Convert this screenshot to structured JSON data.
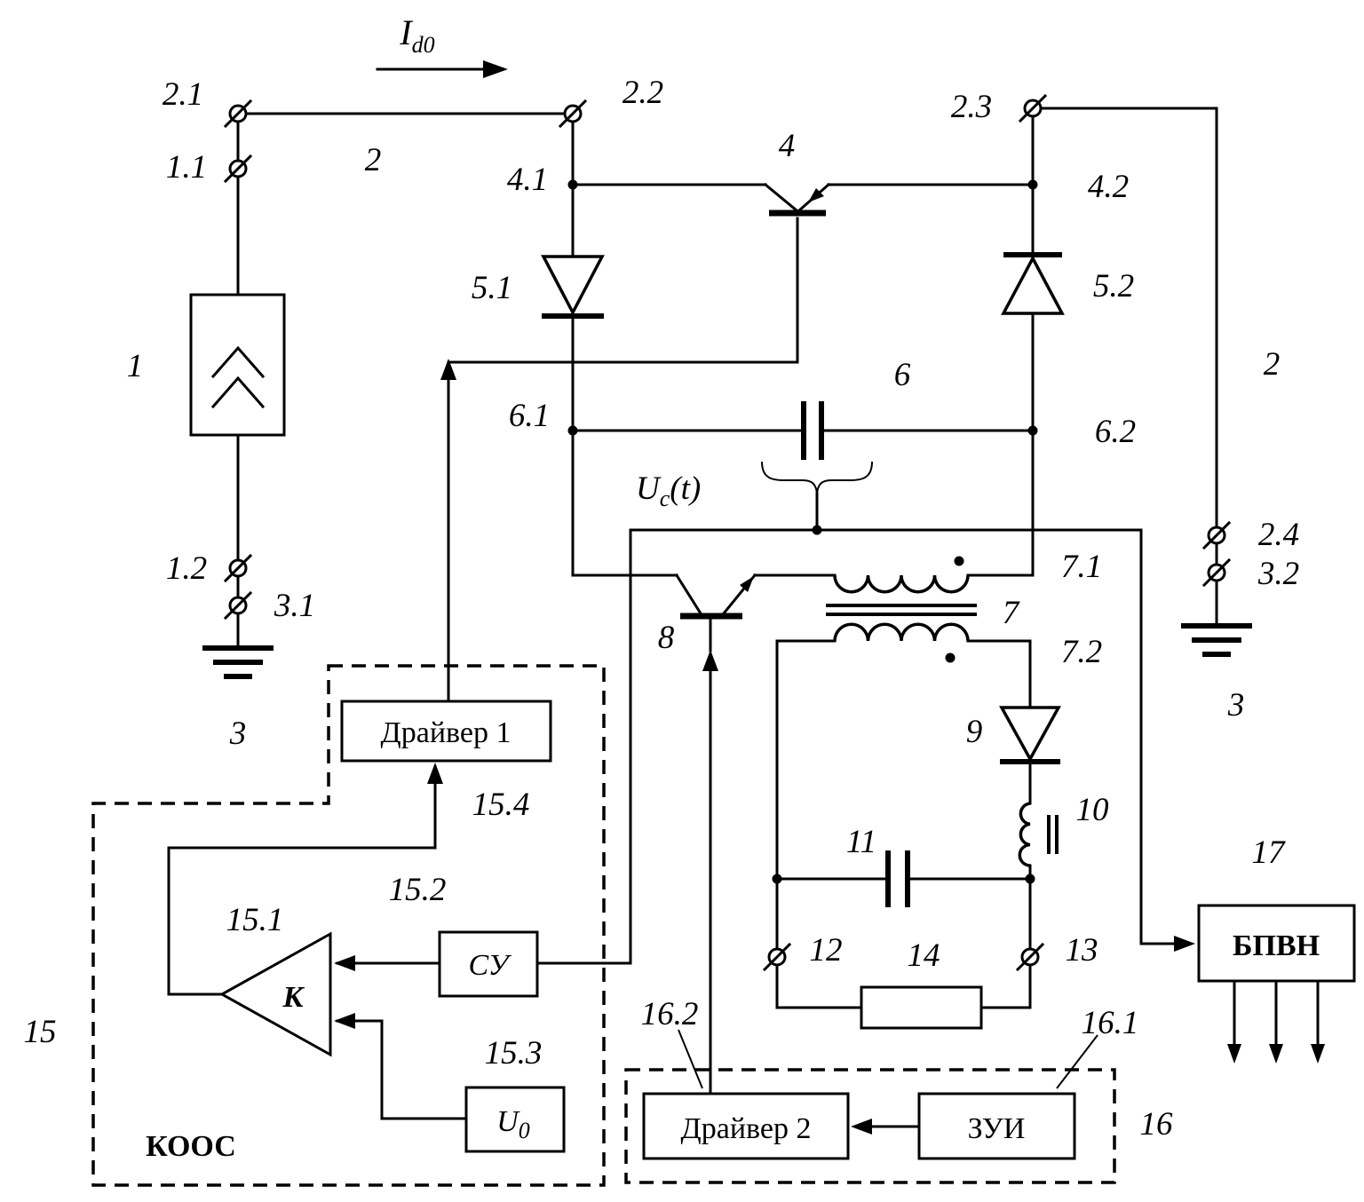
{
  "math": {
    "id0_base": "I",
    "id0_sub": "d0",
    "uc_base": "U",
    "uc_sub": "c",
    "uc_suffix": "(t)",
    "u0_base": "U",
    "u0_sub": "0"
  },
  "blocks": {
    "driver1": "Драйвер 1",
    "driver2": "Драйвер 2",
    "control_unit": "СУ",
    "amplifier_gain": "К",
    "pulse_driver": "ЗУИ",
    "converter": "БПВН",
    "feedback_loop": "КООС"
  },
  "refs": {
    "n1": "1",
    "n1_1": "1.1",
    "n1_2": "1.2",
    "n2_top": "2",
    "n2_right": "2",
    "n2_1": "2.1",
    "n2_2": "2.2",
    "n2_3": "2.3",
    "n2_4": "2.4",
    "n3_left": "3",
    "n3_right": "3",
    "n3_1": "3.1",
    "n3_2": "3.2",
    "n4": "4",
    "n4_1": "4.1",
    "n4_2": "4.2",
    "n5_1": "5.1",
    "n5_2": "5.2",
    "n6": "6",
    "n6_1": "6.1",
    "n6_2": "6.2",
    "n7": "7",
    "n7_1": "7.1",
    "n7_2": "7.2",
    "n8": "8",
    "n9": "9",
    "n10": "10",
    "n11": "11",
    "n12": "12",
    "n13": "13",
    "n14": "14",
    "n15": "15",
    "n15_1": "15.1",
    "n15_2": "15.2",
    "n15_3": "15.3",
    "n15_4": "15.4",
    "n16": "16",
    "n16_1": "16.1",
    "n16_2": "16.2",
    "n17": "17"
  },
  "colors": {
    "line": "#000000",
    "background": "#ffffff"
  }
}
